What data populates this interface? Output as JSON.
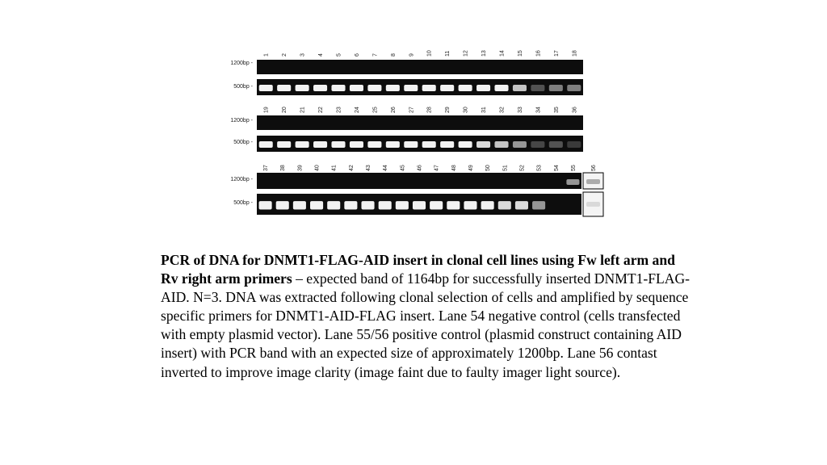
{
  "gel": {
    "rows": [
      {
        "lanes": [
          "1",
          "2",
          "3",
          "4",
          "5",
          "6",
          "7",
          "8",
          "9",
          "10",
          "11",
          "12",
          "13",
          "14",
          "15",
          "16",
          "17",
          "18"
        ],
        "band_500": [
          1,
          1,
          1,
          1,
          1,
          1,
          1,
          1,
          1,
          1,
          1,
          1,
          1,
          1,
          0.8,
          0.3,
          0.5,
          0.5
        ],
        "band_1200": [
          0,
          0,
          0,
          0,
          0,
          0,
          0,
          0,
          0,
          0,
          0,
          0,
          0,
          0,
          0,
          0,
          0,
          0
        ]
      },
      {
        "lanes": [
          "19",
          "20",
          "21",
          "22",
          "23",
          "24",
          "25",
          "26",
          "27",
          "28",
          "29",
          "30",
          "31",
          "32",
          "33",
          "34",
          "35",
          "36"
        ],
        "band_500": [
          1,
          1,
          1,
          1,
          1,
          1,
          1,
          1,
          1,
          1,
          1,
          1,
          0.9,
          0.8,
          0.6,
          0.25,
          0.3,
          0.2
        ],
        "band_1200": [
          0,
          0,
          0,
          0,
          0,
          0,
          0,
          0,
          0,
          0,
          0,
          0,
          0,
          0,
          0,
          0,
          0,
          0
        ]
      },
      {
        "lanes": [
          "37",
          "38",
          "39",
          "40",
          "41",
          "42",
          "43",
          "44",
          "45",
          "46",
          "47",
          "48",
          "49",
          "50",
          "51",
          "52",
          "53",
          "54",
          "55"
        ],
        "band_500": [
          1,
          1,
          1,
          1,
          1,
          1,
          1,
          1,
          1,
          1,
          1,
          1,
          1,
          1,
          0.9,
          0.9,
          0.6,
          0,
          0
        ],
        "band_1200": [
          0,
          0,
          0,
          0,
          0,
          0,
          0,
          0,
          0,
          0,
          0,
          0,
          0,
          0,
          0,
          0,
          0,
          0,
          0.6
        ]
      }
    ],
    "inverted_lane": "56",
    "inverted_band_1200": 0.8,
    "inverted_band_500": 0.3,
    "marker_top": "1200bp -",
    "marker_bottom": "500bp -",
    "colors": {
      "gel": "#0d0d0d",
      "band": "#f2f2f2",
      "inverted_bg": "#f4f4f4",
      "inverted_band": "#9a9a9a"
    }
  },
  "caption": {
    "bold": "PCR of DNA for DNMT1-FLAG-AID insert in clonal cell lines using Fw left arm and Rv right arm primers",
    "rest": " – expected band of 1164bp for successfully inserted DNMT1-FLAG-AID. N=3. DNA was extracted following clonal selection of cells and amplified by sequence specific primers for DNMT1-AID-FLAG insert. Lane 54 negative control (cells transfected with empty plasmid vector). Lane 55/56 positive control (plasmid construct containing AID insert) with PCR band with an expected size of approximately 1200bp. Lane 56 contast inverted to improve image clarity (image faint due to faulty imager light source)."
  }
}
